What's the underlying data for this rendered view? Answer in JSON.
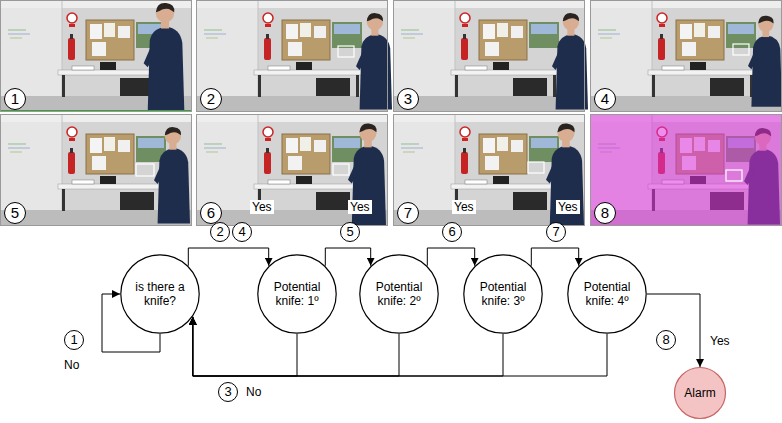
{
  "diagram": {
    "nodes": [
      {
        "text": [
          "is there a knife?"
        ]
      },
      {
        "text": [
          "Potential knife: 1º"
        ]
      },
      {
        "text": [
          "Potential knife: 2º"
        ]
      },
      {
        "text": [
          "Potential knife: 3º"
        ]
      },
      {
        "text": [
          "Potential knife: 4º"
        ]
      },
      {
        "text": [
          "Alarm"
        ]
      }
    ],
    "edges": [
      {
        "from": 0,
        "to": 0,
        "label": "No",
        "arrow": "to"
      },
      {
        "from": 0,
        "to": 1,
        "label": "Yes",
        "arrow": "to"
      },
      {
        "from": 1,
        "to": 2,
        "label": "Yes",
        "arrow": "to"
      },
      {
        "from": 2,
        "to": 3,
        "label": "Yes",
        "arrow": "to"
      },
      {
        "from": 3,
        "to": 4,
        "label": "Yes",
        "arrow": "to"
      },
      {
        "from": 4,
        "to": 5,
        "label": "Yes",
        "arrow": "to"
      },
      {
        "from": 1,
        "to": 0,
        "arrow": "to"
      },
      {
        "from": 2,
        "to": 0,
        "arrow": "to"
      },
      {
        "from": 3,
        "to": 0,
        "arrow": "to"
      },
      {
        "from": 4,
        "to": 0,
        "arrow": "to"
      }
    ],
    "labels": [
      "1",
      "2",
      "3",
      "4",
      "5",
      "6",
      "7",
      "8",
      "1",
      "2",
      "4",
      "5",
      "6",
      "7",
      "3",
      "No",
      "8"
    ]
  }
}
